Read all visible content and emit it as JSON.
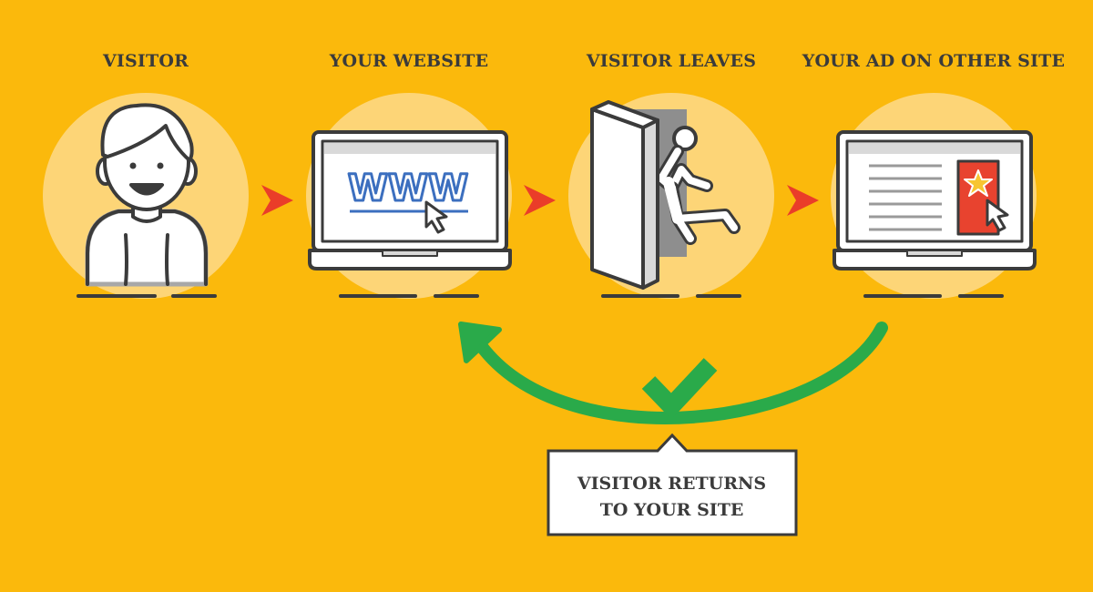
{
  "steps": [
    {
      "id": "visitor",
      "title": "VISITOR",
      "icon": "person-icon"
    },
    {
      "id": "website",
      "title": "YOUR WEBSITE",
      "icon": "laptop-www-icon"
    },
    {
      "id": "leaves",
      "title": "VISITOR LEAVES",
      "icon": "exit-door-icon"
    },
    {
      "id": "ad",
      "title": "YOUR AD ON OTHER SITE",
      "icon": "laptop-ad-icon"
    }
  ],
  "website": {
    "www_text": "WWW"
  },
  "callout": {
    "line1": "VISITOR RETURNS",
    "line2": "TO YOUR SITE"
  },
  "colors": {
    "background": "#fbb90c",
    "circle": "#fdd577",
    "outline": "#3b3b3b",
    "arrow_red": "#ea3d29",
    "return_green": "#2aaa4a",
    "www_blue": "#3c6fbf",
    "ad_red": "#e8432f"
  }
}
